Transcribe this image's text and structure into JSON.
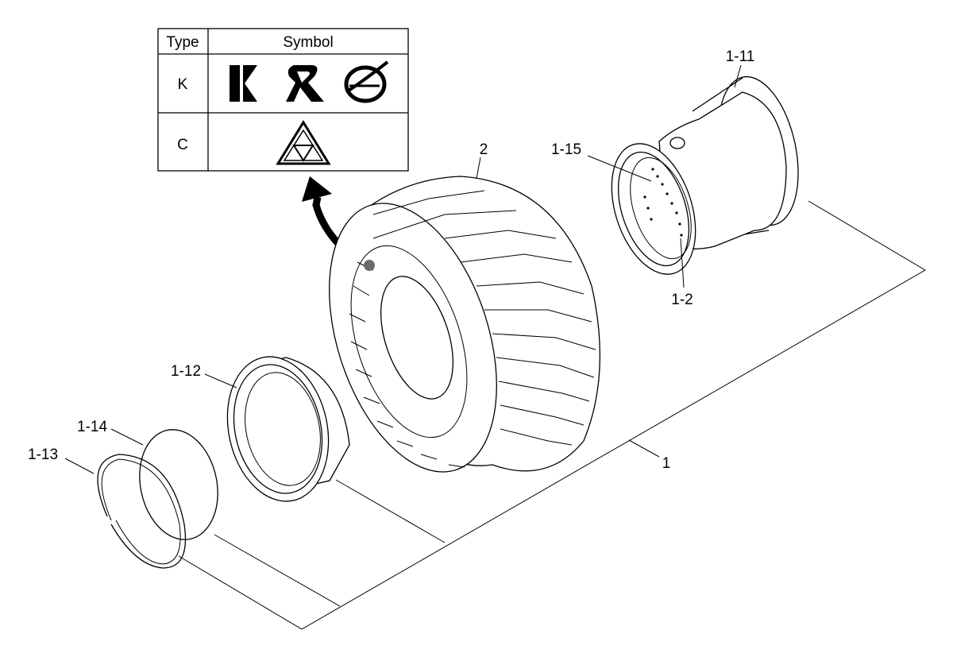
{
  "symbol_table": {
    "header_type": "Type",
    "header_symbol": "Symbol",
    "rows": [
      {
        "type": "K",
        "symbols": [
          "k-brand-logo-icon",
          "r-brand-logo-icon",
          "globe-brand-logo-icon"
        ]
      },
      {
        "type": "C",
        "symbols": [
          "triforce-triangle-logo-icon"
        ]
      }
    ]
  },
  "callouts": {
    "assembly": "1",
    "tire": "2",
    "rim_base": "1-11",
    "valve_seat": "1-15",
    "bolt_ring": "1-2",
    "side_ring": "1-12",
    "bead_seat": "1-14",
    "lock_ring": "1-13"
  },
  "marker_color": "#6b6b6b"
}
